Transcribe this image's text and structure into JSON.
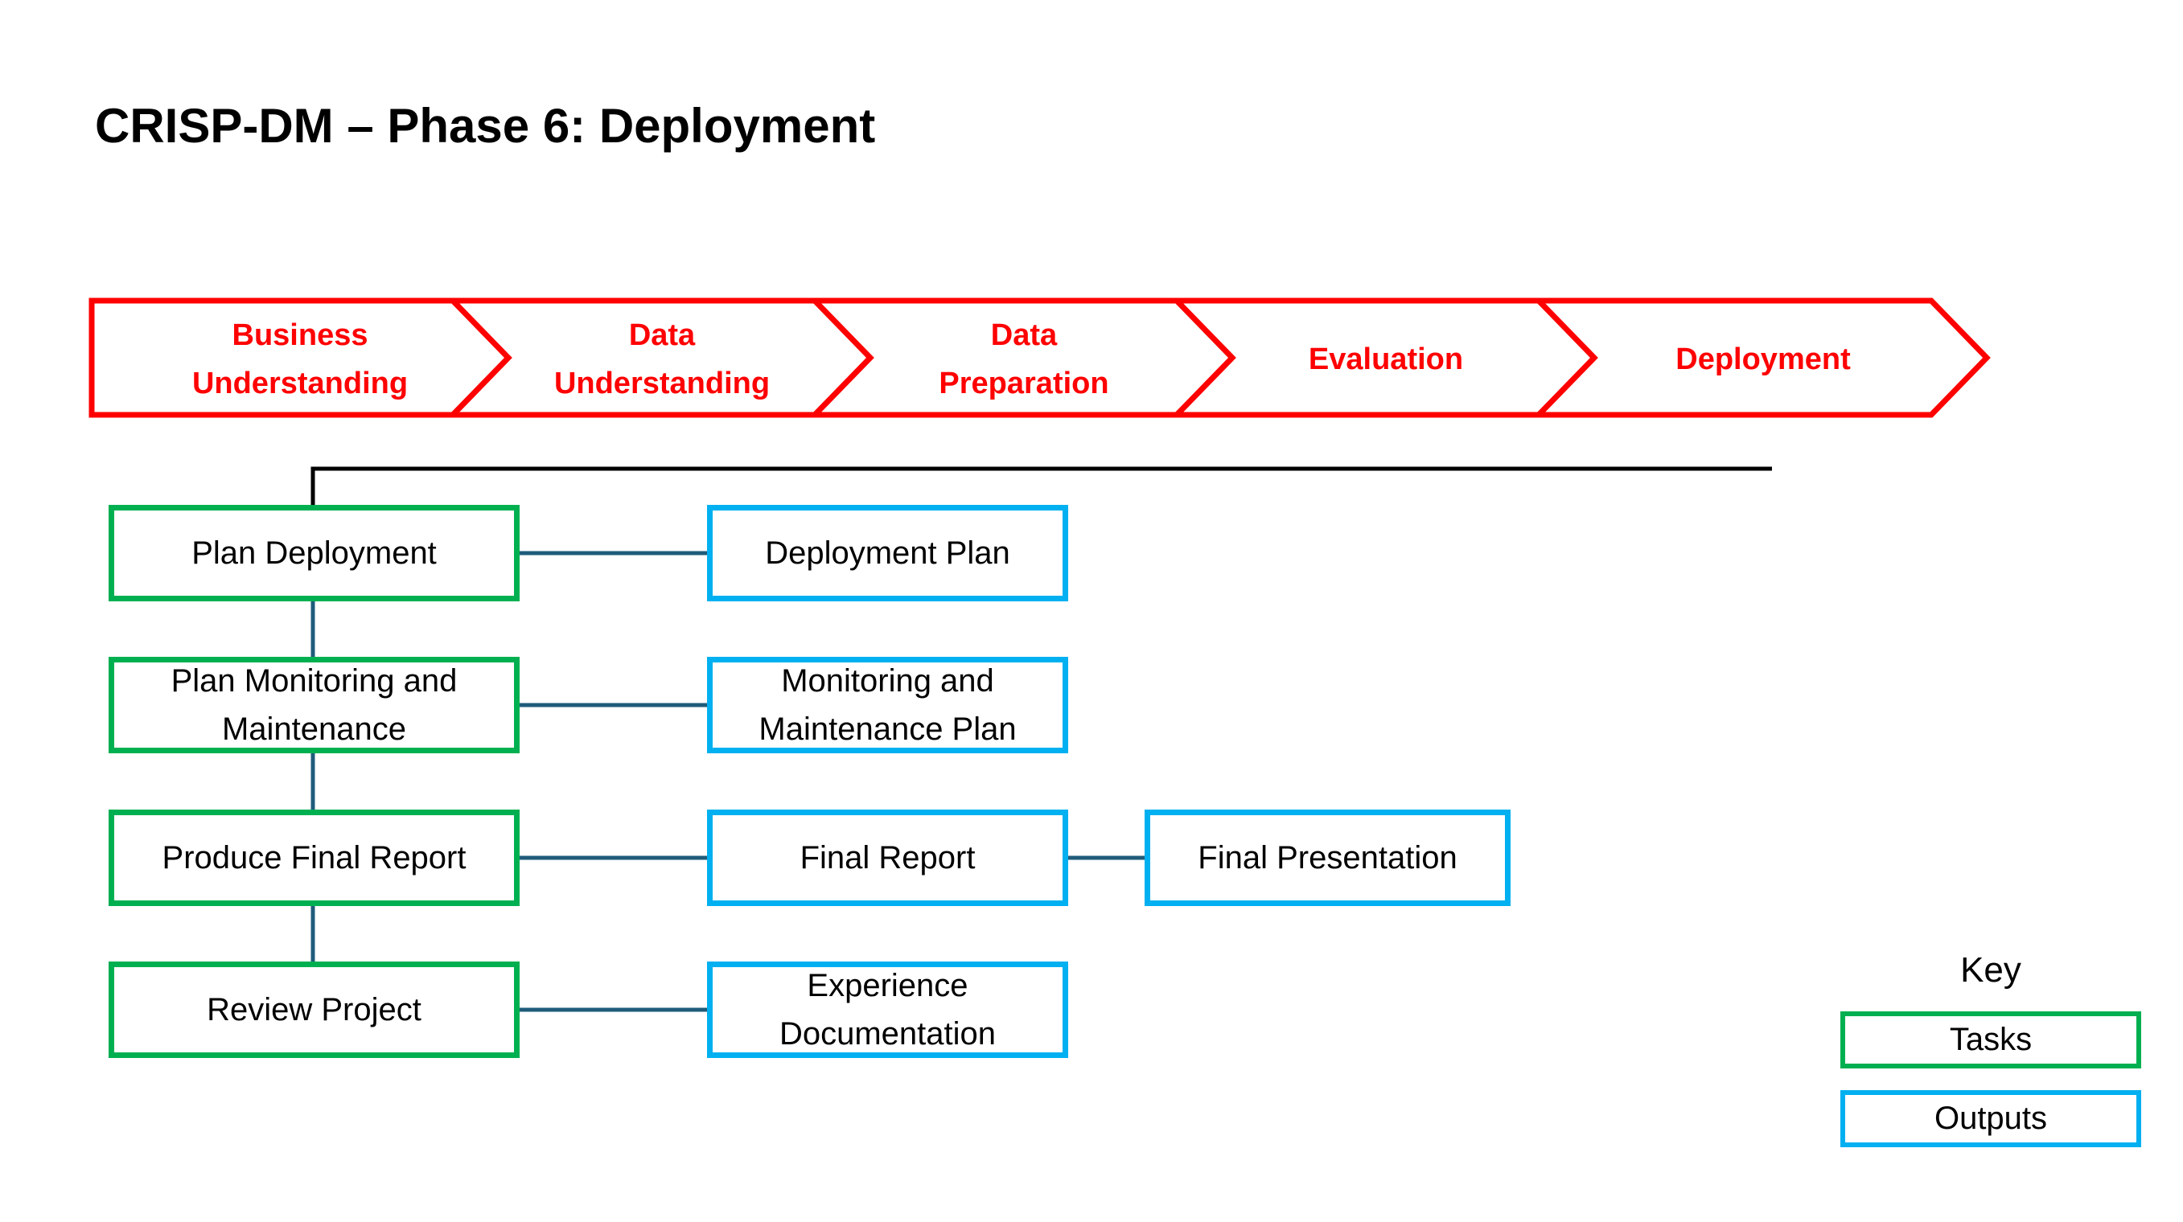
{
  "title": "CRISP-DM – Phase 6: Deployment",
  "colors": {
    "phase_red": "#FF0000",
    "task_green": "#00B050",
    "output_blue": "#00B0F0",
    "connector_dark": "#1F5C7A",
    "line_black": "#000000"
  },
  "phases": {
    "items": [
      {
        "label": "Business\nUnderstanding"
      },
      {
        "label": "Data\nUnderstanding"
      },
      {
        "label": "Data\nPreparation"
      },
      {
        "label": "Evaluation"
      },
      {
        "label": "Deployment"
      }
    ]
  },
  "flowchart": {
    "tasks": [
      {
        "label": "Plan Deployment"
      },
      {
        "label": "Plan Monitoring and\nMaintenance"
      },
      {
        "label": "Produce Final Report"
      },
      {
        "label": "Review Project"
      }
    ],
    "outputs": [
      {
        "label": "Deployment Plan"
      },
      {
        "label": "Monitoring and\nMaintenance Plan"
      },
      {
        "label": "Final Report"
      },
      {
        "label": "Final Presentation"
      },
      {
        "label": "Experience\nDocumentation"
      }
    ]
  },
  "key": {
    "title": "Key",
    "tasks_label": "Tasks",
    "outputs_label": "Outputs"
  }
}
